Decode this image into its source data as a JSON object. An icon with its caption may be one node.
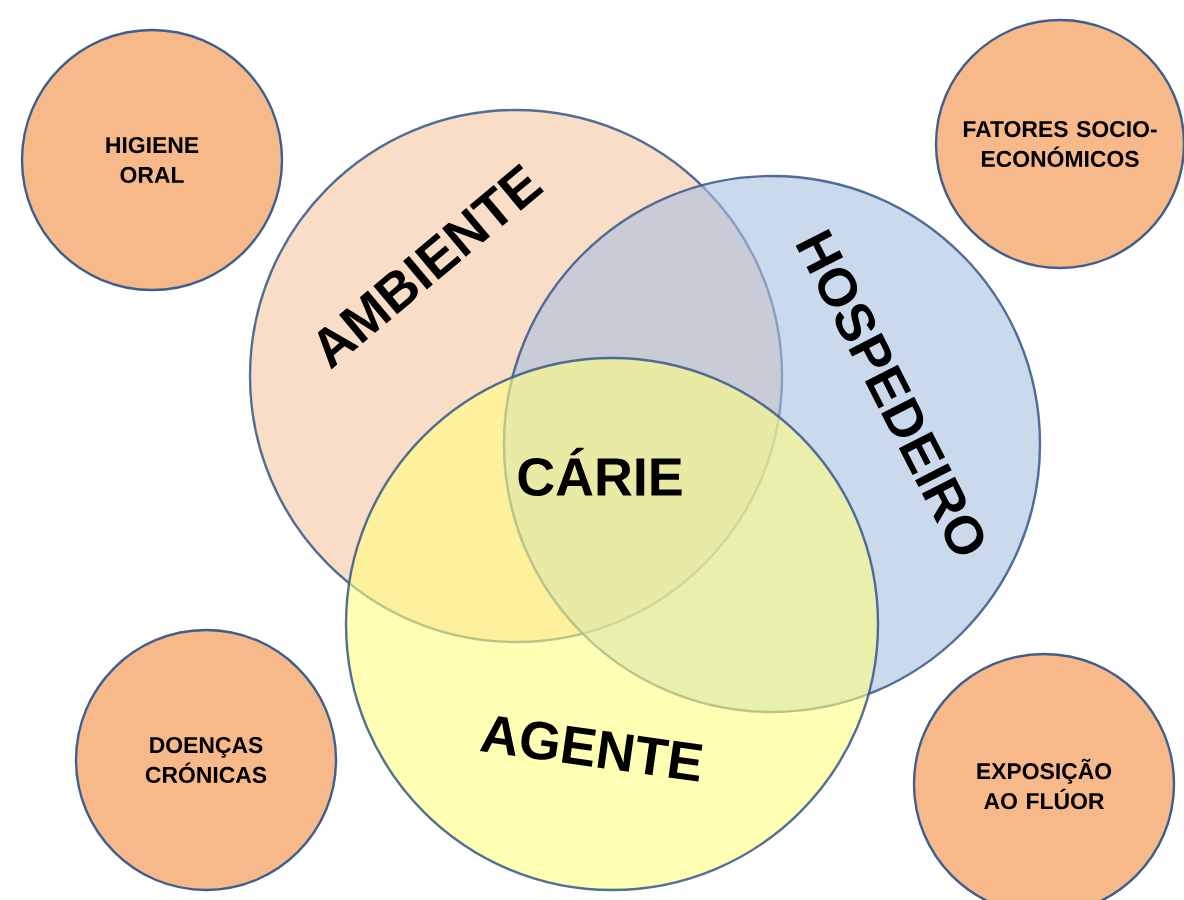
{
  "diagram": {
    "nodes": [
      {
        "text": [
          "HIGIENE ORAL"
        ]
      },
      {
        "text": [
          "FATORES SOCIO-ECONÓMICOS"
        ]
      },
      {
        "text": [
          "AMBIENTE"
        ]
      },
      {
        "text": [
          "HOSPEDEIRO"
        ]
      },
      {
        "text": [
          "AGENTE"
        ]
      },
      {
        "text": [
          "DOENÇAS CRÓNICAS"
        ]
      },
      {
        "text": [
          "EXPOSIÇÃO AO FLÚOR"
        ]
      }
    ],
    "labels": [
      "CÁRIE"
    ]
  }
}
